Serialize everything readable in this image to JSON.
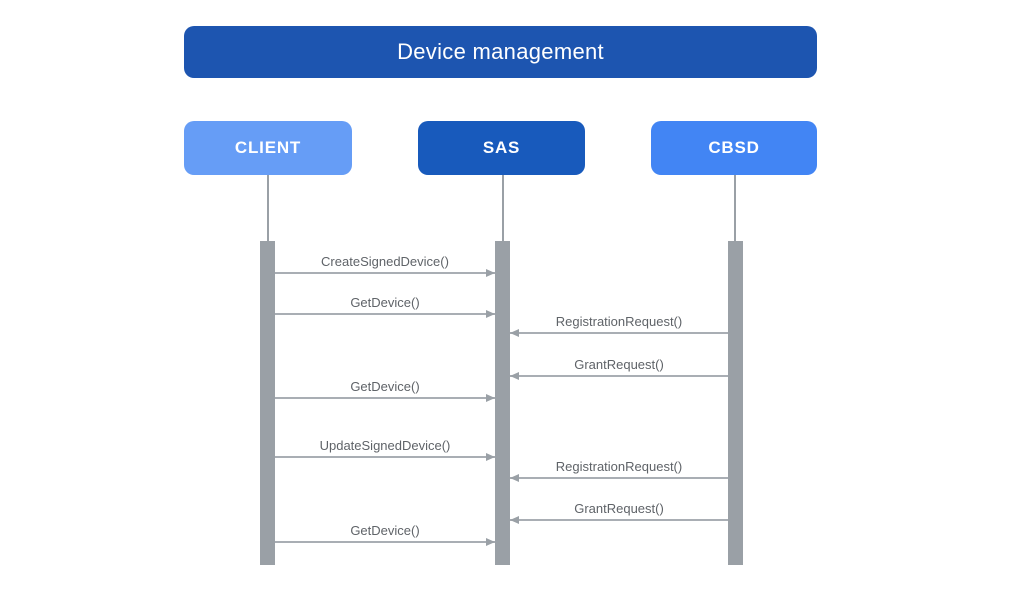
{
  "diagram": {
    "type": "sequence-diagram",
    "title": "Device management"
  },
  "actors": [
    {
      "name": "CLIENT",
      "color": "#669DF6"
    },
    {
      "name": "SAS",
      "color": "#185ABC"
    },
    {
      "name": "CBSD",
      "color": "#4285F4"
    }
  ],
  "messages": [
    {
      "label": "CreateSignedDevice()",
      "from": "CLIENT",
      "to": "SAS",
      "direction": "right"
    },
    {
      "label": "GetDevice()",
      "from": "CLIENT",
      "to": "SAS",
      "direction": "right"
    },
    {
      "label": "RegistrationRequest()",
      "from": "CBSD",
      "to": "SAS",
      "direction": "left"
    },
    {
      "label": "GrantRequest()",
      "from": "CBSD",
      "to": "SAS",
      "direction": "left"
    },
    {
      "label": "GetDevice()",
      "from": "CLIENT",
      "to": "SAS",
      "direction": "right"
    },
    {
      "label": "UpdateSignedDevice()",
      "from": "CLIENT",
      "to": "SAS",
      "direction": "right"
    },
    {
      "label": "RegistrationRequest()",
      "from": "CBSD",
      "to": "SAS",
      "direction": "left"
    },
    {
      "label": "GrantRequest()",
      "from": "CBSD",
      "to": "SAS",
      "direction": "left"
    },
    {
      "label": "GetDevice()",
      "from": "CLIENT",
      "to": "SAS",
      "direction": "right"
    }
  ],
  "colors": {
    "background": "#FFFFFF",
    "title_bar": "#1D55B0",
    "client_box": "#669DF6",
    "sas_box": "#185ABC",
    "cbsd_box": "#4285F4",
    "lifeline": "#9AA0A6",
    "activation_bar": "#9AA0A6",
    "arrow": "#9AA0A6",
    "message_text": "#5F6368"
  }
}
